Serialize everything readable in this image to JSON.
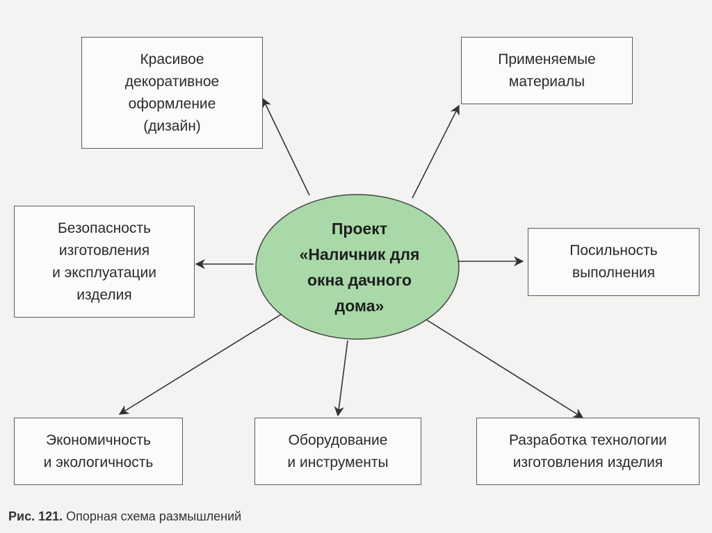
{
  "center": {
    "text": "Проект\n«Наличник для\nокна дачного\nдома»",
    "fill": "#a9d9a8"
  },
  "boxes": {
    "design": "Красивое\nдекоративное\nоформление\n(дизайн)",
    "materials": "Применяемые\nматериалы",
    "safety": "Безопасность\nизготовления\nи эксплуатации\nизделия",
    "feasibility": "Посильность\nвыполнения",
    "economy": "Экономичность\nи экологичность",
    "equipment": "Оборудование\nи инструменты",
    "technology": "Разработка технологии\nизготовления изделия"
  },
  "caption": {
    "fig": "Рис. 121.",
    "text": "Опорная схема размышлений"
  }
}
